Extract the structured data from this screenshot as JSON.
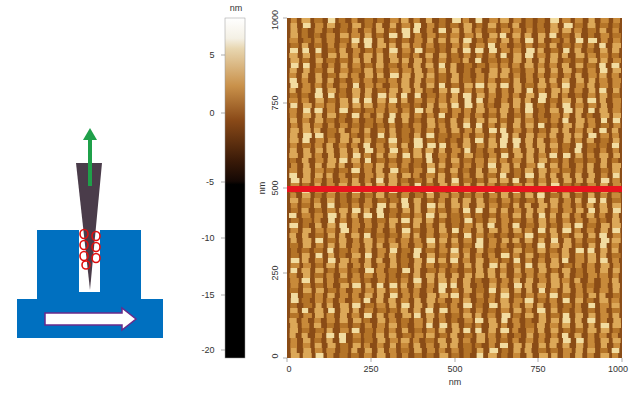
{
  "diagram": {
    "labels": [
      "nm",
      "5",
      "0",
      "-5",
      "-10",
      "-15",
      "-20",
      "1000",
      "750",
      "500",
      "250",
      "0",
      "nm",
      "0",
      "250",
      "500",
      "750",
      "1000",
      "nm"
    ]
  }
}
